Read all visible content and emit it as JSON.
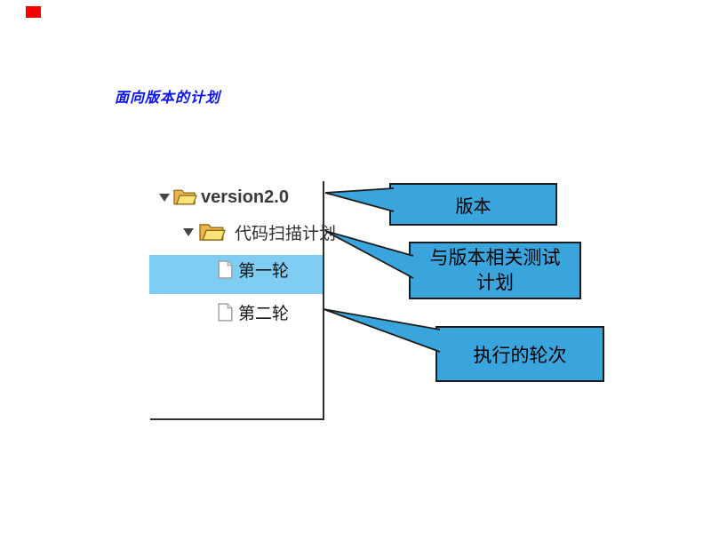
{
  "slide": {
    "title": "面向版本的计划",
    "title_color": "#0713f2",
    "accent_red": "#f80000",
    "background": "#ffffff"
  },
  "tree": {
    "selection_color": "#7fcdf3",
    "items": [
      {
        "label": "version2.0",
        "type": "folder",
        "level": 0,
        "expanded": true,
        "selected": false
      },
      {
        "label": "代码扫描计划",
        "type": "folder",
        "level": 1,
        "expanded": true,
        "selected": false
      },
      {
        "label": "第一轮",
        "type": "file",
        "level": 2,
        "expanded": false,
        "selected": true
      },
      {
        "label": "第二轮",
        "type": "file",
        "level": 2,
        "expanded": false,
        "selected": false
      }
    ]
  },
  "callouts": {
    "fill": "#3aa5dc",
    "border_color": "#1c1c1c",
    "items": [
      {
        "label": "版本",
        "lines": [
          "版本"
        ]
      },
      {
        "label": "与版本相关测试计划",
        "lines": [
          "与版本相关测试",
          "计划"
        ]
      },
      {
        "label": "执行的轮次",
        "lines": [
          "执行的轮次"
        ]
      }
    ]
  }
}
